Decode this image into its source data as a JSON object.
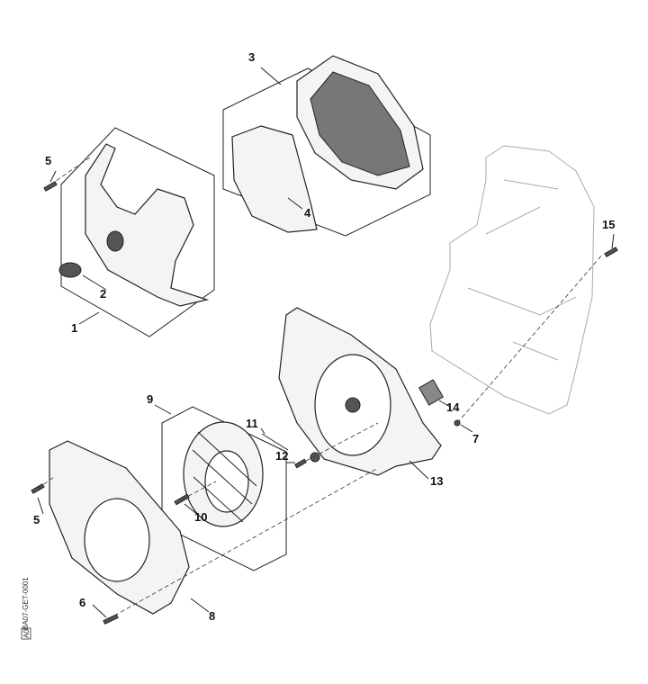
{
  "diagram": {
    "labels": {
      "p1": "1",
      "p2": "2",
      "p3": "3",
      "p4": "4",
      "p5a": "5",
      "p5b": "5",
      "p6": "6",
      "p7": "7",
      "p8": "8",
      "p9": "9",
      "p10": "10",
      "p11": "11",
      "p12": "12",
      "p13": "13",
      "p14": "14",
      "p15": "15"
    },
    "drawing_code": "BA07-GET-0001",
    "revision": "A0"
  }
}
